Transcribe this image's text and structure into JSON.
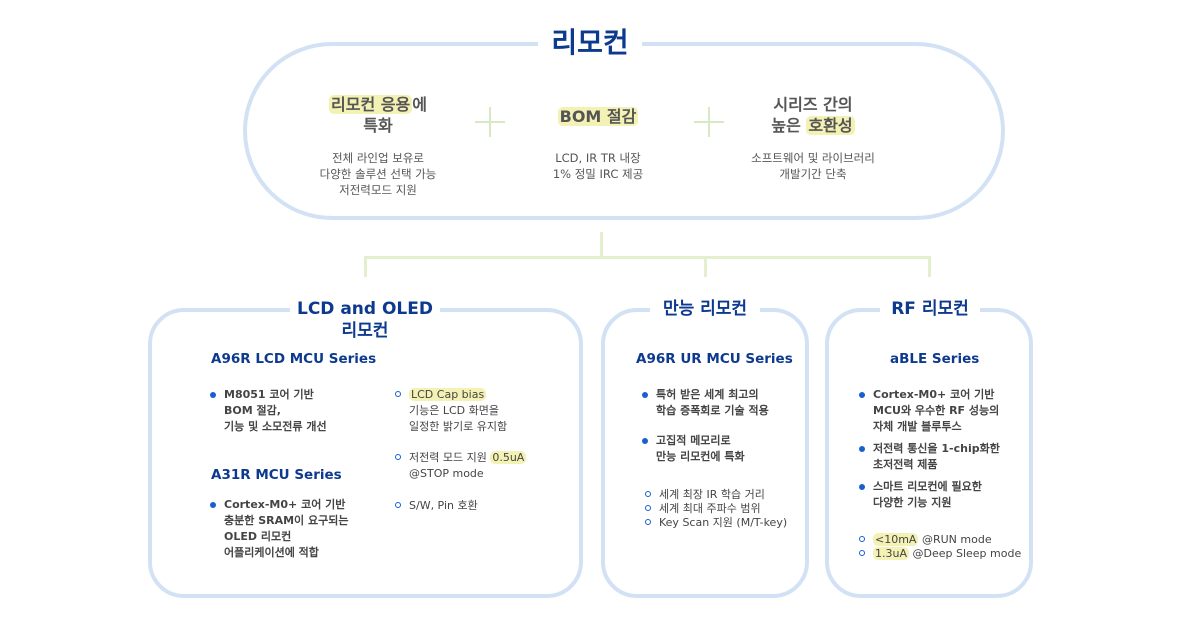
{
  "title": "리모컨",
  "features": [
    {
      "title_parts": [
        {
          "text": "리모컨 응용",
          "highlight": true
        },
        {
          "text": "에",
          "highlight": false
        }
      ],
      "title_line2": "특화",
      "desc": [
        "전체 라인업 보유로",
        "다양한 솔루션 선택 가능",
        "저전력모드 지원"
      ]
    },
    {
      "title_parts": [
        {
          "text": "BOM 절감",
          "highlight": true
        }
      ],
      "desc": [
        "LCD, IR TR 내장",
        "1% 정밀 IRC 제공"
      ]
    },
    {
      "title_line1": "시리즈 간의",
      "title_parts": [
        {
          "text": "높은 ",
          "highlight": false
        },
        {
          "text": "호환성",
          "highlight": true
        }
      ],
      "desc": [
        "소프트웨어 및 라이브러리",
        "개발기간 단축"
      ]
    }
  ],
  "icons": {
    "plus": "plus-icon",
    "bullet": "filled-dot-icon",
    "ring": "ring-dot-icon"
  },
  "colors": {
    "title": "#0d3a8f",
    "border": "#d2e2f4",
    "highlight": "#f3f1b3",
    "connector": "#e3efcd",
    "bullet": "#1a5fd0"
  },
  "boxes": {
    "lcd": {
      "title_line1": "LCD and OLED",
      "title_line2": "리모컨",
      "series1": "A96R LCD MCU Series",
      "series1_bullet": [
        "M8051 코어 기반",
        "BOM 절감,",
        "기능 및 소모전류 개선"
      ],
      "series2": "A31R MCU Series",
      "series2_bullet": [
        "Cortex-M0+ 코어 기반",
        "충분한 SRAM이 요구되는",
        "OLED 리모컨",
        "어플리케이션에 적합"
      ],
      "right_bullets": [
        {
          "hl": "LCD Cap bias",
          "lines": [
            "기능은 LCD 화면을",
            "일정한 밝기로 유지함"
          ]
        },
        {
          "pre": "저전력 모드 지원 ",
          "hl": "0.5uA",
          "lines": [
            "@STOP mode"
          ]
        },
        {
          "pre": " S/W, Pin 호환",
          "lines": []
        }
      ]
    },
    "universal": {
      "title": "만능 리모컨",
      "series": "A96R UR MCU Series",
      "bullets": [
        [
          "특허 받은 세계 최고의",
          "학습 증폭회로 기술 적용"
        ],
        [
          "고집적 메모리로",
          "만능 리모컨에 특화"
        ]
      ],
      "ring_items": [
        "세계 최장 IR 학습 거리",
        "세계 최대 주파수 범위",
        "Key Scan 지원 (M/T-key)"
      ]
    },
    "rf": {
      "title": "RF 리모컨",
      "series": "aBLE Series",
      "bullets": [
        [
          "Cortex-M0+ 코어 기반",
          "MCU와 우수한 RF 성능의",
          "자체 개발 블루투스"
        ],
        [
          "저전력 통신을 1-chip화한",
          "초저전력 제품"
        ],
        [
          "스마트 리모컨에 필요한",
          "다양한 기능 지원"
        ]
      ],
      "ring_items": [
        {
          "hl": "<10mA",
          "rest": " @RUN mode"
        },
        {
          "hl": "1.3uA",
          "rest": " @Deep Sleep mode"
        }
      ]
    }
  }
}
